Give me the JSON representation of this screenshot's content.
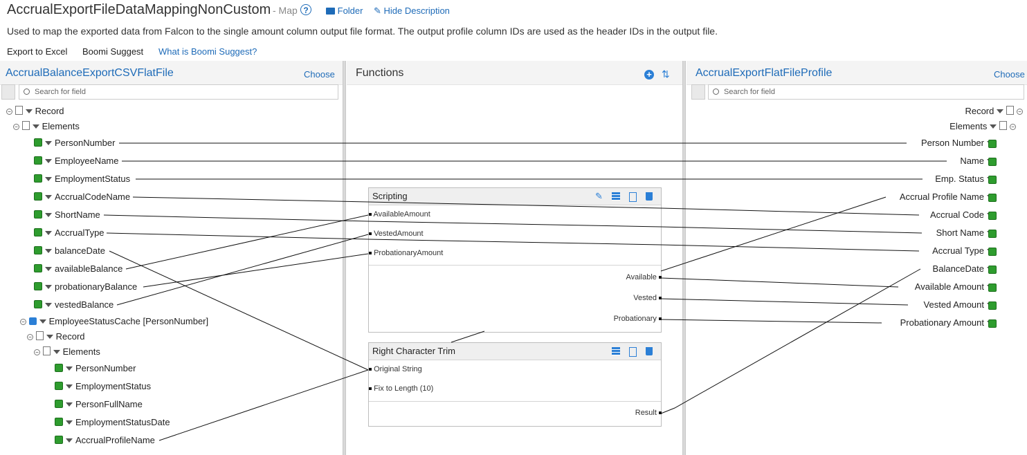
{
  "header": {
    "title": "AccrualExportFileDataMappingNonCustom",
    "type_tag": "- Map",
    "help_icon": "?",
    "folder_label": "Folder",
    "hide_description_label": "Hide Description",
    "description": "Used to map the exported data from Falcon to the single amount column output file format. The output profile column IDs are used as the header IDs in the output file.",
    "links": [
      "Export to Excel",
      "Boomi Suggest",
      "What is Boomi Suggest?"
    ]
  },
  "left": {
    "title": "AccrualBalanceExportCSVFlatFile",
    "choose": "Choose",
    "search_placeholder": "Search for field",
    "record": "Record",
    "elements": "Elements",
    "fields": [
      "PersonNumber",
      "EmployeeName",
      "EmploymentStatus",
      "AccrualCodeName",
      "ShortName",
      "AccrualType",
      "balanceDate",
      "availableBalance",
      "probationaryBalance",
      "vestedBalance"
    ],
    "cache": "EmployeeStatusCache [PersonNumber]",
    "cache_record": "Record",
    "cache_elements": "Elements",
    "cache_fields": [
      "PersonNumber",
      "EmploymentStatus",
      "PersonFullName",
      "EmploymentStatusDate",
      "AccrualProfileName"
    ]
  },
  "functions": {
    "title": "Functions",
    "scripting": {
      "title": "Scripting",
      "inputs": [
        "AvailableAmount",
        "VestedAmount",
        "ProbationaryAmount"
      ],
      "outputs": [
        "Available",
        "Vested",
        "Probationary"
      ]
    },
    "trim": {
      "title": "Right Character Trim",
      "inputs": [
        "Original String",
        "Fix to Length (10)"
      ],
      "outputs": [
        "Result"
      ]
    }
  },
  "right": {
    "title": "AccrualExportFlatFileProfile",
    "choose": "Choose",
    "search_placeholder": "Search for field",
    "record": "Record",
    "elements": "Elements",
    "fields": [
      "Person Number",
      "Name",
      "Emp. Status",
      "Accrual Profile Name",
      "Accrual Code",
      "Short Name",
      "Accrual Type",
      "BalanceDate",
      "Available Amount",
      "Vested Amount",
      "Probationary Amount"
    ]
  },
  "colors": {
    "link": "#1e6bb8",
    "cube": "#2e9c2e",
    "wire": "#111111"
  },
  "icons": [
    "help-icon",
    "folder-icon",
    "pencil-icon",
    "filter-icon",
    "search-icon",
    "collapse-icon",
    "doc-icon",
    "cube-icon",
    "add-function-icon",
    "sort-icon",
    "edit-icon",
    "list-icon",
    "copy-icon",
    "trash-icon"
  ]
}
